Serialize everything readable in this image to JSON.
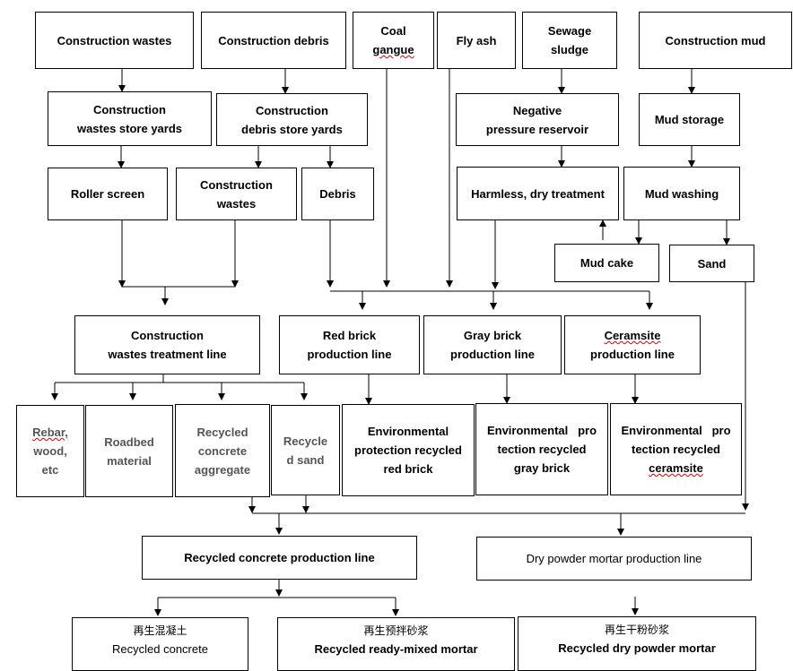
{
  "sources": {
    "construction_wastes": "Construction wastes",
    "construction_debris": "Construction debris",
    "coal_gangue": [
      "Coal",
      "gangue"
    ],
    "fly_ash": "Fly ash",
    "sewage_sludge": [
      "Sewage",
      "sludge"
    ],
    "construction_mud": "Construction mud"
  },
  "storage": {
    "wastes_yards": [
      "Construction",
      "wastes store yards"
    ],
    "debris_yards": [
      "Construction",
      "debris store yards"
    ],
    "negative_pressure": [
      "Negative",
      "pressure reservoir"
    ],
    "mud_storage": "Mud storage"
  },
  "processing": {
    "roller_screen": "Roller screen",
    "construction_wastes_2": [
      "Construction",
      "wastes"
    ],
    "debris": "Debris",
    "harmless_dry": "Harmless, dry treatment",
    "mud_washing": "Mud washing",
    "mud_cake": "Mud cake",
    "sand": "Sand"
  },
  "lines": {
    "wastes_treatment": [
      "Construction",
      "wastes treatment line"
    ],
    "red_brick": [
      "Red brick",
      "production line"
    ],
    "gray_brick": [
      "Gray brick",
      "production line"
    ],
    "ceramsite": [
      "Ceramsite",
      "production line"
    ]
  },
  "outputs": {
    "rebar": [
      "Rebar,",
      "wood,",
      "etc"
    ],
    "roadbed": [
      "Roadbed",
      "material"
    ],
    "recycled_aggregate": [
      "Recycled",
      "concrete",
      "aggregate"
    ],
    "recycled_sand": [
      "Recycle",
      "d sand"
    ],
    "env_red_brick": [
      "Environmental",
      "protection recycled",
      "red brick"
    ],
    "env_gray_brick": [
      "Environmental   pro",
      "tection recycled",
      "gray brick"
    ],
    "env_ceramsite": [
      "Environmental   pro",
      "tection recycled",
      "ceramsite"
    ]
  },
  "production": {
    "recycled_concrete_line": "Recycled concrete production line",
    "dry_powder_line": "Dry powder mortar production line"
  },
  "final": {
    "recycled_concrete": {
      "cn": "再生混凝土",
      "en": "Recycled concrete"
    },
    "ready_mixed_mortar": {
      "cn": "再生预拌砂浆",
      "en": "Recycled ready-mixed mortar"
    },
    "dry_powder_mortar": {
      "cn": "再生干粉砂浆",
      "en": "Recycled dry powder mortar"
    }
  }
}
